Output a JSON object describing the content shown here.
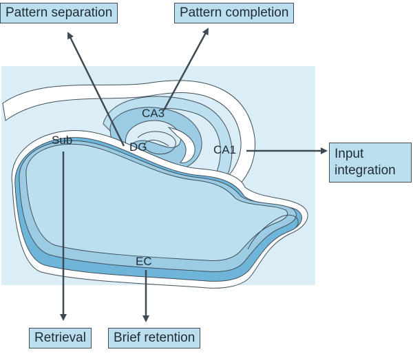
{
  "regions": {
    "ca3": "CA3",
    "dg": "DG",
    "ca1": "CA1",
    "sub": "Sub",
    "ec": "EC"
  },
  "functions": {
    "pattern_separation": "Pattern separation",
    "pattern_completion": "Pattern completion",
    "input_integration_line1": "Input",
    "input_integration_line2": "integration",
    "retrieval": "Retrieval",
    "brief_retention": "Brief retention"
  },
  "colors": {
    "background_panel": "#dbeef7",
    "tissue_light": "#bcdff0",
    "tissue_mid": "#9ccbe4",
    "tissue_dark": "#6fb5da",
    "label_box": "#bcdff0",
    "arrow": "#3d4a54",
    "outline": "#3f4f5a"
  }
}
